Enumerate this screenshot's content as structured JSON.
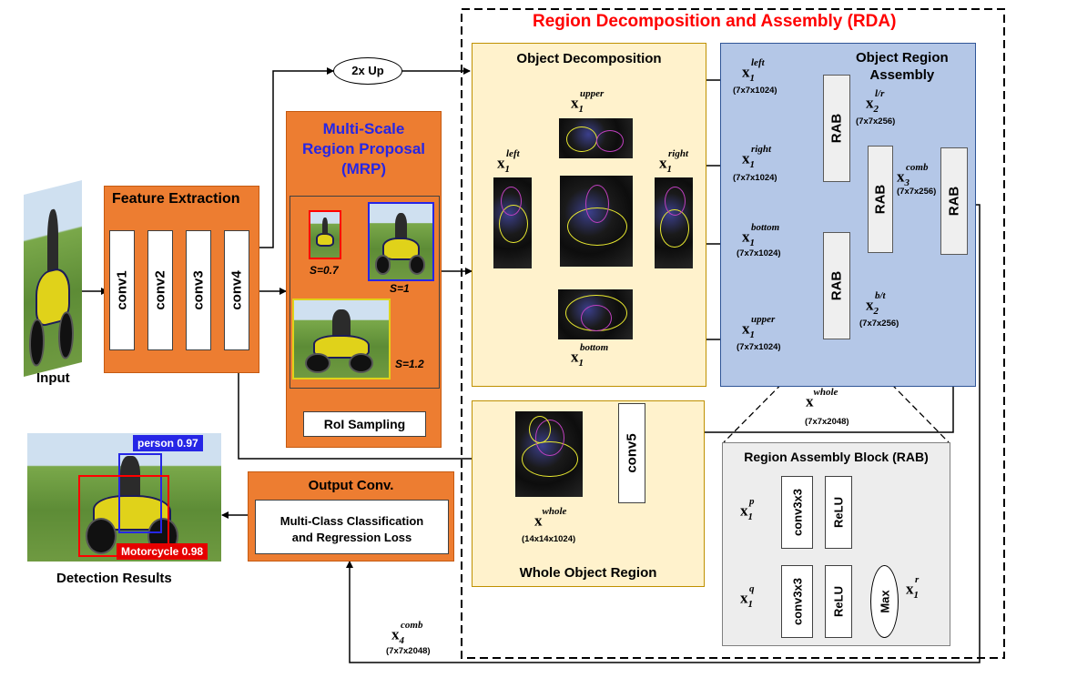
{
  "title": "Region Decomposition and Assembly (RDA)",
  "colors": {
    "title_red": "#ff0000",
    "mrp_blue": "#2626e6",
    "orange": "#ed7d31",
    "yellow": "#fff2cc",
    "blue": "#b4c7e7",
    "grey": "#ededed"
  },
  "input": {
    "label": "Input"
  },
  "feature_extraction": {
    "title": "Feature Extraction",
    "convs": [
      "conv1",
      "conv2",
      "conv3",
      "conv4"
    ]
  },
  "upsample": {
    "label": "2x Up"
  },
  "mrp": {
    "title_line1": "Multi-Scale",
    "title_line2": "Region Proposal",
    "title_line3": "(MRP)",
    "scales": [
      "S=0.7",
      "S=1",
      "S=1.2"
    ],
    "roi_label": "RoI Sampling"
  },
  "object_decomposition": {
    "title": "Object Decomposition",
    "upper": {
      "base": "x",
      "sub": "1",
      "sup": "upper"
    },
    "left": {
      "base": "x",
      "sub": "1",
      "sup": "left"
    },
    "right": {
      "base": "x",
      "sub": "1",
      "sup": "right"
    },
    "bottom": {
      "base": "x",
      "sub": "1",
      "sup": "bottom"
    }
  },
  "assembly": {
    "title_line1": "Object  Region",
    "title_line2": "Assembly",
    "inputs": [
      {
        "base": "x",
        "sub": "1",
        "sup": "left",
        "dim": "(7x7x1024)"
      },
      {
        "base": "x",
        "sub": "1",
        "sup": "right",
        "dim": "(7x7x1024)"
      },
      {
        "base": "x",
        "sub": "1",
        "sup": "bottom",
        "dim": "(7x7x1024)"
      },
      {
        "base": "x",
        "sub": "1",
        "sup": "upper",
        "dim": "(7x7x1024)"
      }
    ],
    "x2_lr": {
      "base": "x",
      "sub": "2",
      "sup": "l/r",
      "dim": "(7x7x256)"
    },
    "x2_bt": {
      "base": "x",
      "sub": "2",
      "sup": "b/t",
      "dim": "(7x7x256)"
    },
    "x3_comb": {
      "base": "x",
      "sub": "3",
      "sup": "comb",
      "dim": "(7x7x256)"
    },
    "rab_label": "RAB"
  },
  "whole": {
    "title": "Whole Object Region",
    "conv5": "conv5",
    "x_whole_out": {
      "base": "x",
      "sup": "whole",
      "dim": "(7x7x2048)"
    },
    "x_whole_in": {
      "base": "x",
      "sup": "whole",
      "dim": "(14x14x1024)"
    }
  },
  "rab_block": {
    "title": "Region Assembly Block (RAB)",
    "xp": {
      "base": "x",
      "sub": "1",
      "sup": "p"
    },
    "xq": {
      "base": "x",
      "sub": "1",
      "sup": "q"
    },
    "xr": {
      "base": "x",
      "sub": "1",
      "sup": "r"
    },
    "conv": "conv3x3",
    "relu": "ReLU",
    "max": "Max"
  },
  "output": {
    "title": "Output Conv.",
    "line1": "Multi-Class Classification",
    "line2": "and Regression Loss"
  },
  "x4_comb": {
    "base": "x",
    "sub": "4",
    "sup": "comb",
    "dim": "(7x7x2048)"
  },
  "detection": {
    "label": "Detection Results",
    "person": "person 0.97",
    "motorcycle": "Motorcycle 0.98"
  }
}
